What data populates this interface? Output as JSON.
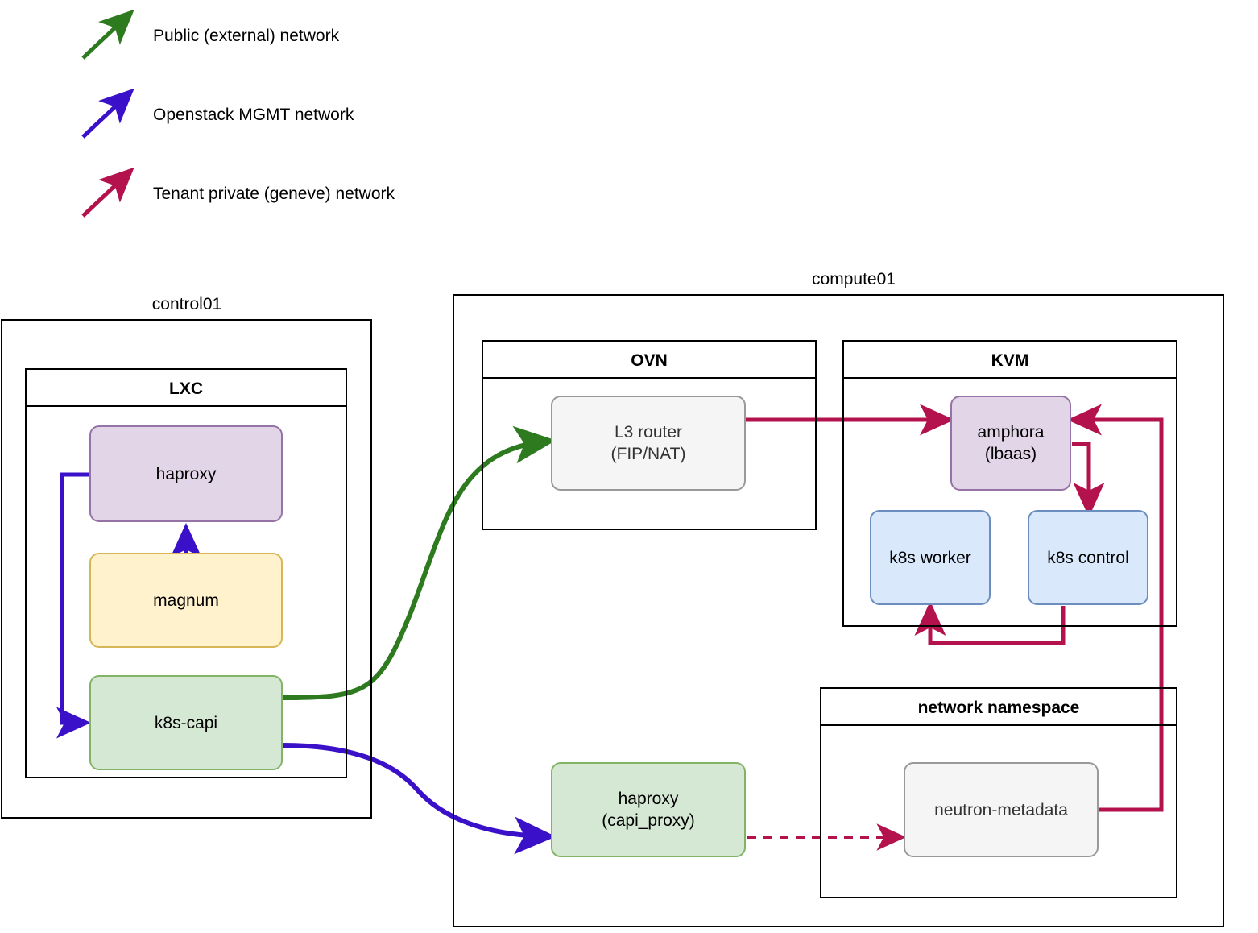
{
  "legend": {
    "items": [
      {
        "label": "Public (external) network",
        "color": "#2D7A1F",
        "icon": "arrow-up-right-icon"
      },
      {
        "label": "Openstack MGMT network",
        "color": "#3A10C8",
        "icon": "arrow-up-right-icon"
      },
      {
        "label": "Tenant private (geneve) network",
        "color": "#B3124C",
        "icon": "arrow-up-right-icon"
      }
    ]
  },
  "hosts": [
    {
      "id": "control01",
      "label": "control01"
    },
    {
      "id": "compute01",
      "label": "compute01"
    }
  ],
  "groups": [
    {
      "id": "lxc",
      "title": "LXC"
    },
    {
      "id": "ovn",
      "title": "OVN"
    },
    {
      "id": "kvm",
      "title": "KVM"
    },
    {
      "id": "netns",
      "title": "network namespace"
    }
  ],
  "nodes": {
    "haproxy": {
      "label": "haproxy",
      "color": "#e1d5e7",
      "border": "#9673a6"
    },
    "magnum": {
      "label": "magnum",
      "color": "#fff2cc",
      "border": "#d6b656"
    },
    "k8s_capi": {
      "label": "k8s-capi",
      "color": "#d5e8d4",
      "border": "#82b366"
    },
    "l3_router": {
      "label": "L3 router\n(FIP/NAT)",
      "color": "#f5f5f5",
      "border": "#999999"
    },
    "amphora": {
      "label": "amphora\n(lbaas)",
      "color": "#e1d5e7",
      "border": "#9673a6"
    },
    "k8s_worker": {
      "label": "k8s worker",
      "color": "#dae8fc",
      "border": "#6c8ebf"
    },
    "k8s_control": {
      "label": "k8s control",
      "color": "#dae8fc",
      "border": "#6c8ebf"
    },
    "capi_proxy": {
      "label": "haproxy\n(capi_proxy)",
      "color": "#d5e8d4",
      "border": "#82b366"
    },
    "neutron_metadata": {
      "label": "neutron-metadata",
      "color": "#f5f5f5",
      "border": "#999999"
    }
  },
  "connections": [
    {
      "from": "k8s-capi",
      "to": "haproxy",
      "network": "Openstack MGMT network",
      "color": "#3A10C8",
      "style": "solid"
    },
    {
      "from": "magnum",
      "to": "haproxy",
      "network": "Openstack MGMT network",
      "color": "#3A10C8",
      "style": "solid"
    },
    {
      "from": "k8s-capi",
      "to": "L3 router (FIP/NAT)",
      "network": "Public (external) network",
      "color": "#2D7A1F",
      "style": "solid"
    },
    {
      "from": "k8s-capi",
      "to": "haproxy (capi_proxy)",
      "network": "Openstack MGMT network",
      "color": "#3A10C8",
      "style": "solid"
    },
    {
      "from": "L3 router (FIP/NAT)",
      "to": "amphora (lbaas)",
      "network": "Tenant private (geneve) network",
      "color": "#B3124C",
      "style": "solid"
    },
    {
      "from": "amphora (lbaas)",
      "to": "k8s control",
      "network": "Tenant private (geneve) network",
      "color": "#B3124C",
      "style": "solid"
    },
    {
      "from": "k8s control",
      "to": "k8s worker",
      "network": "Tenant private (geneve) network",
      "color": "#B3124C",
      "style": "solid"
    },
    {
      "from": "neutron-metadata",
      "to": "amphora (lbaas)",
      "network": "Tenant private (geneve) network",
      "color": "#B3124C",
      "style": "solid"
    },
    {
      "from": "haproxy (capi_proxy)",
      "to": "neutron-metadata",
      "network": "Tenant private (geneve) network",
      "color": "#B3124C",
      "style": "dashed"
    }
  ]
}
